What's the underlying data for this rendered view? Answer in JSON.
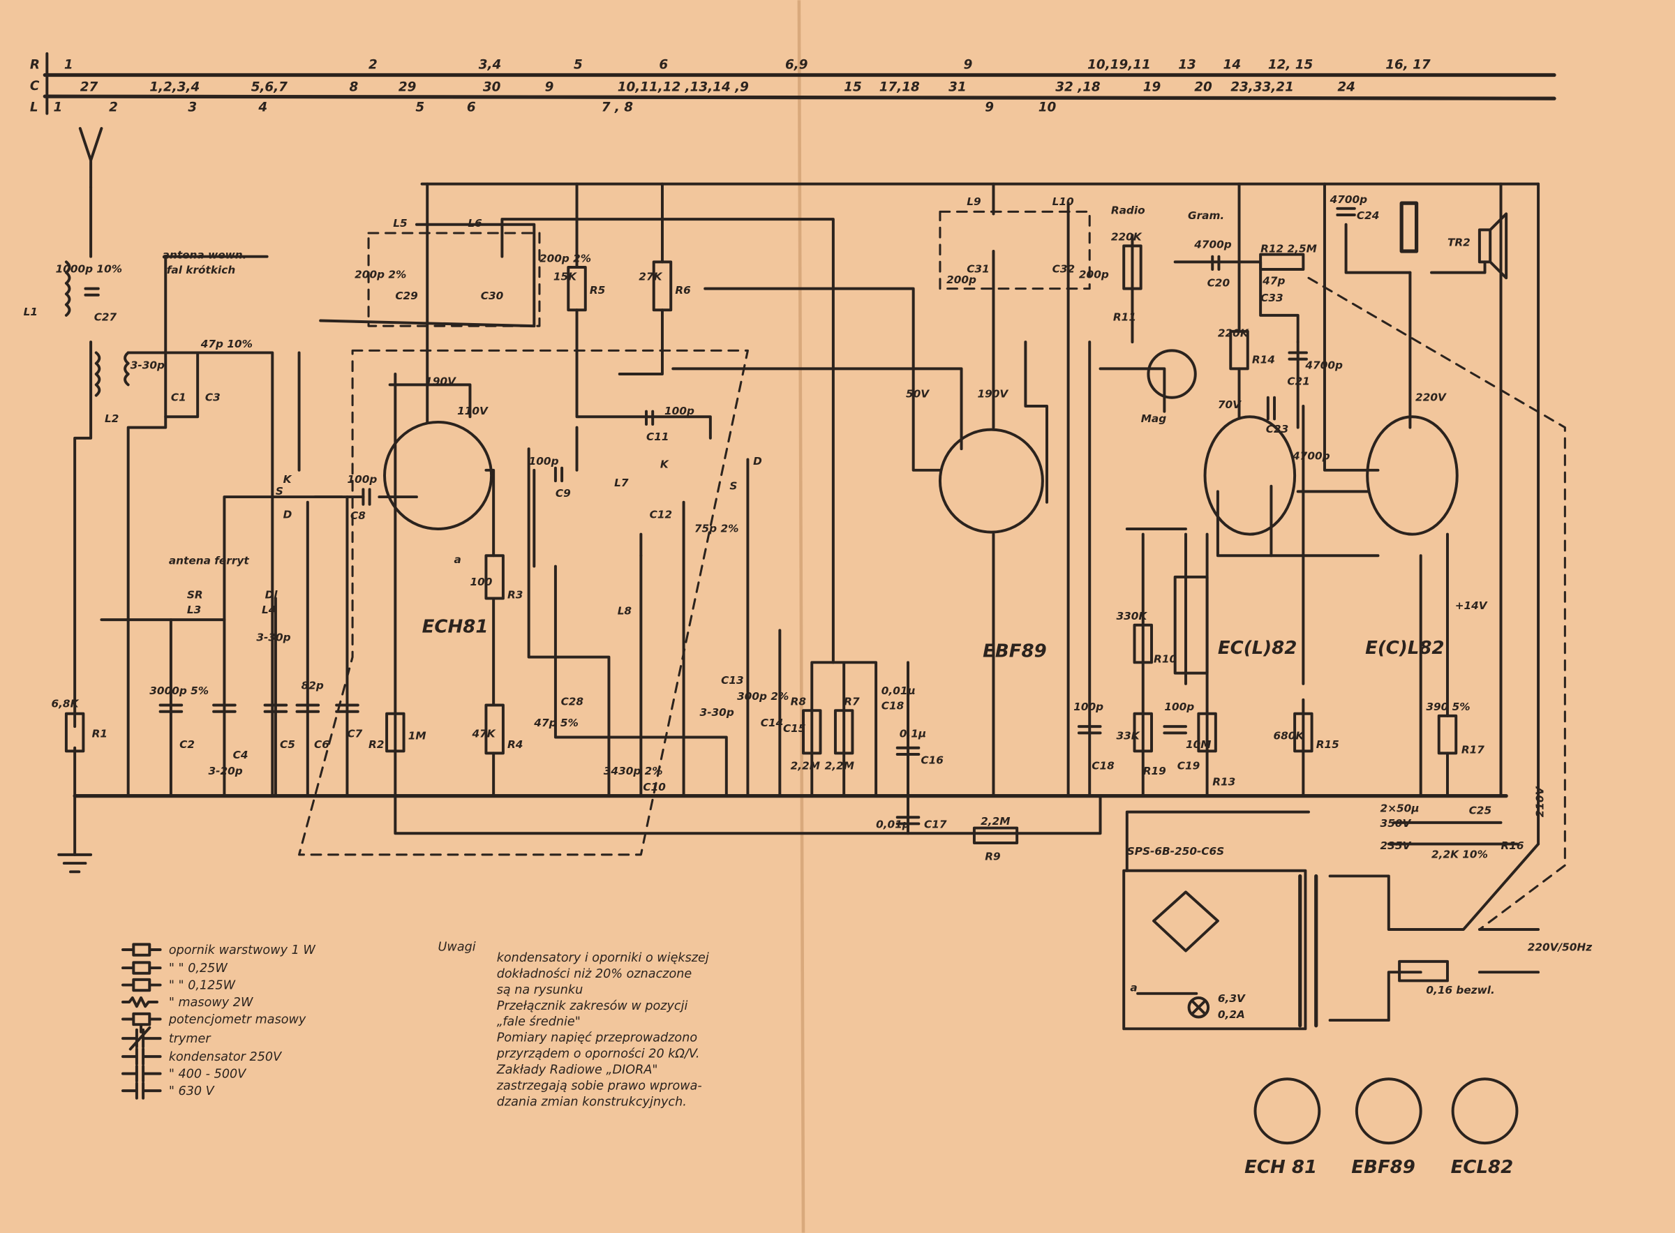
{
  "index_table": {
    "row_letters": [
      "R",
      "C",
      "L"
    ],
    "R": [
      "1",
      "2",
      "3,4",
      "5",
      "6",
      "6,9",
      "9",
      "10,19,11",
      "13",
      "14",
      "12, 15",
      "16, 17"
    ],
    "C": [
      "27",
      "1,2,3,4",
      "5,6,7",
      "8",
      "29",
      "30",
      "9",
      "10,11,12 ,13,14 ,9",
      "15",
      "17,18",
      "31",
      "32 ,18",
      "19",
      "20",
      "23,33,21",
      "24"
    ],
    "L": [
      "1",
      "2",
      "3",
      "4",
      "5",
      "6",
      "7 , 8",
      "9",
      "10"
    ]
  },
  "tubes": {
    "ech81": "ECH81",
    "ebf89": "EBF89",
    "ecl82_triode": "EC(L)82",
    "ecl82_pentode": "E(C)L82"
  },
  "labels": {
    "antenna_internal": "antena wewn.",
    "antenna_internal2": "fal krótkich",
    "antenna_ferrite": "antena ferryt",
    "sr": "SR",
    "dl": "Dl",
    "l1": "L1",
    "l2": "L2",
    "l3": "L3",
    "l4": "L4",
    "l5": "L5",
    "l6": "L6",
    "l7": "L7",
    "l8": "L8",
    "l9": "L9",
    "l10": "L10",
    "c27": "C27",
    "c27v": "1000p 10%",
    "c1": "C1",
    "c3": "C3",
    "c1v": "3-30p",
    "c3v": "47p 10%",
    "c29": "C29",
    "c30": "C30",
    "c29v": "200p 2%",
    "c30v": "200p 2%",
    "r5": "R5",
    "r5v": "15K",
    "r6": "R6",
    "r6v": "27K",
    "v190a": "190V",
    "v110": "110V",
    "v50": "50V",
    "v190b": "190V",
    "v70": "70V",
    "v220": "220V",
    "v14": "+14V",
    "c8": "C8",
    "c8v": "100p",
    "c9": "C9",
    "c9v": "100p",
    "c11": "C11",
    "c11v": "100p",
    "c12": "C12",
    "c12v": "75p 2%",
    "r1": "R1",
    "r1v": "6,8K",
    "c2": "C2",
    "c2v": "3000p 5%",
    "c4": "C4",
    "c4v": "3-20p",
    "c5": "C5",
    "c5v": "3-30p",
    "c6": "C6",
    "c6v": "82p",
    "c7": "C7",
    "r2": "R2",
    "r2v": "1M",
    "r3": "R3",
    "r3v": "100",
    "r4": "R4",
    "r4v": "47K",
    "c28": "C28",
    "c28v": "47p 5%",
    "c10": "C10",
    "c10v": "3430p 2%",
    "c13": "C13",
    "c13v": "3-30p",
    "c14": "C14",
    "c14v": "300p 2%",
    "c15": "C15",
    "r8": "R8",
    "r8v": "2,2M",
    "r7": "R7",
    "r7v": "2,2M",
    "c16": "C16",
    "c16v": "0,1µ",
    "c18x": "C18",
    "c18xv": "0,01µ",
    "c17": "C17",
    "c17v": "0,01µ",
    "r9": "R9",
    "r9v": "2,2M",
    "c31": "C31",
    "c32": "C32",
    "c31v": "200p",
    "c32v": "200p",
    "radio": "Radio",
    "gram": "Gram.",
    "mag": "Mag",
    "r11": "R11",
    "r11v": "220K",
    "c20": "C20",
    "c20v": "4700p",
    "r12": "R12 2,5M",
    "c33": "C33",
    "c33v": "47p",
    "c21": "C21",
    "c21v": "4700p",
    "r14": "R14",
    "r14v": "220K",
    "c23": "C23",
    "c22v": "4700p",
    "c24": "C24",
    "c24v": "4700p",
    "tr2": "TR2",
    "r10": "R10",
    "r10v": "330K",
    "r19": "R19",
    "r19v": "33K",
    "c19": "C19",
    "c19v": "100p",
    "c19b": "10M",
    "c18": "C18",
    "c18v": "100p",
    "r13": "R13",
    "r15": "R15",
    "r15v": "680K",
    "r17": "R17",
    "r17v": "390 5%",
    "c25": "C25",
    "c25v": "2×50µ",
    "c25v2": "350V",
    "r16": "R16",
    "r16v": "2,2K 10%",
    "v235": "235V",
    "rect": "SPS-6B-250-C6S",
    "lamp_v": "6,3V",
    "lamp_a": "0,2A",
    "mains": "220V/50Hz",
    "fuse": "0,16 bezwl.",
    "v210": "210V",
    "pin_a": "a",
    "sw_k": "K",
    "sw_s": "S",
    "sw_d": "D"
  },
  "legend": {
    "items": [
      "opornik warstwowy 1 W",
      "\"         \"      0,25W",
      "\"         \"      0,125W",
      "\"   masowy  2W",
      "potencjometr masowy",
      "trymer",
      "kondensator 250V",
      "\"          400 - 500V",
      "\"          630 V"
    ]
  },
  "notes": {
    "heading": "Uwagi",
    "lines": [
      "kondensatory i oporniki o większej",
      "dokładności niż 20% oznaczone",
      "są na rysunku",
      "Przełącznik zakresów w pozycji",
      "„fale średnie\"",
      "Pomiary napięć przeprowadzono",
      "przyrządem o oporności 20 kΩ/V.",
      "Zakłady Radiowe „DIORA\"",
      "zastrzegają sobie prawo wprowa-",
      "dzania zmian konstrukcyjnych."
    ]
  },
  "pinouts": {
    "ech81": "ECH 81",
    "ebf89": "EBF89",
    "ecl82": "ECL82"
  },
  "colors": {
    "paper": "#f2c69c",
    "ink": "#2b231e"
  }
}
